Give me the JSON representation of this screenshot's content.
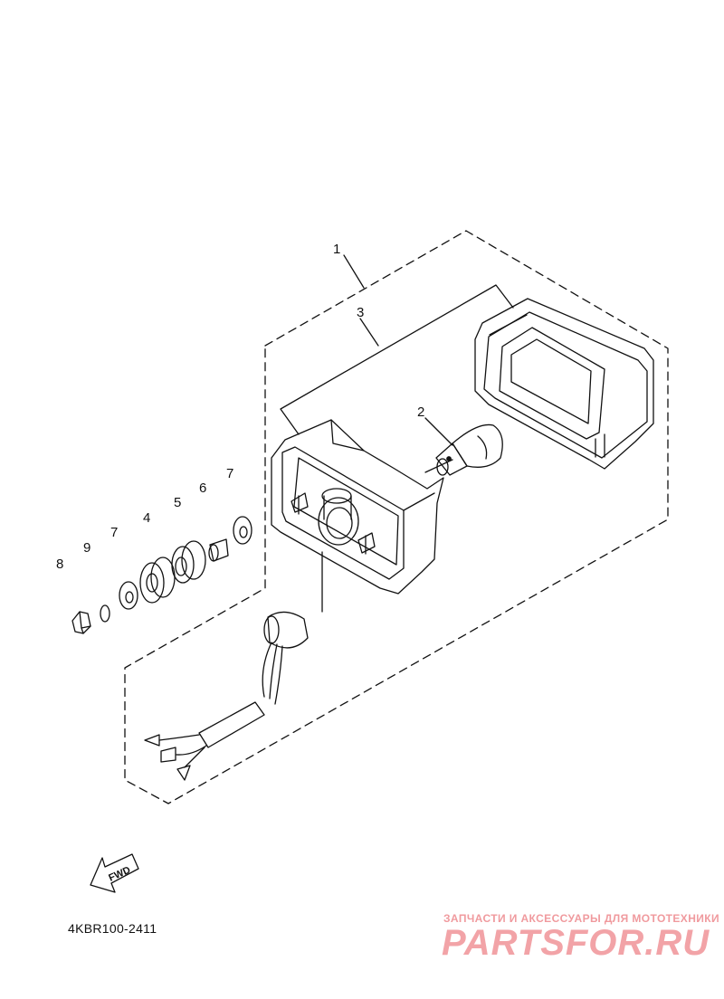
{
  "diagram": {
    "callouts": [
      "1",
      "2",
      "3",
      "4",
      "5",
      "6",
      "7",
      "7",
      "8",
      "9"
    ],
    "fwd_label": "FWD",
    "part_code": "4KBR100-2411"
  },
  "watermark": {
    "tagline": "ЗАПЧАСТИ И АКСЕССУАРЫ ДЛЯ МОТОТЕХНИКИ",
    "brand": "PARTSFOR.RU"
  },
  "colors": {
    "line": "#111111",
    "watermark": "#f2a3a7"
  }
}
